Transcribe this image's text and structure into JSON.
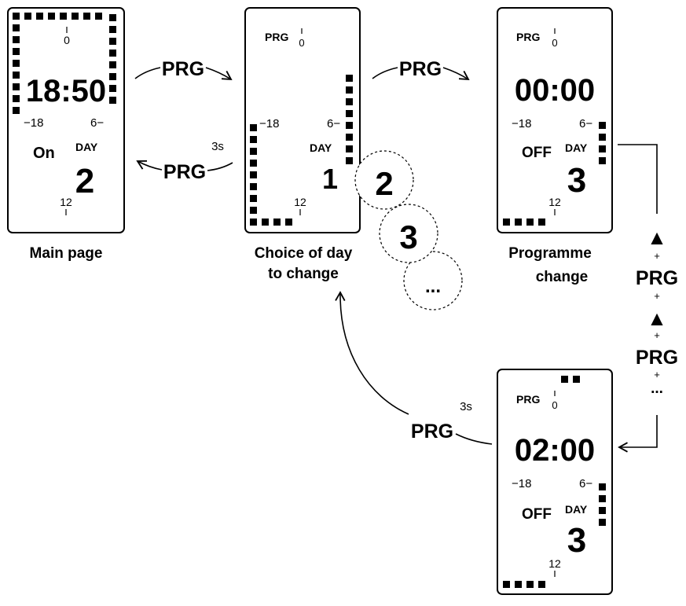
{
  "colors": {
    "ink": "#000000",
    "background": "#ffffff",
    "inactive_digit": "#9a9a9a"
  },
  "screens": {
    "main": {
      "caption": "Main page",
      "label_0": "0",
      "label_18": "−18",
      "label_6": "6−",
      "label_12": "12",
      "time": "18:50",
      "mode": "On",
      "day_label": "DAY",
      "day": "2"
    },
    "choice": {
      "caption_line1": "Choice of day",
      "caption_line2": "to change",
      "prg_label": "PRG",
      "label_0": "0",
      "label_18": "−18",
      "label_6": "6−",
      "label_12": "12",
      "day_label": "DAY",
      "day": "1"
    },
    "programme": {
      "caption_line1": "Programme",
      "caption_line2": "change",
      "prg_label": "PRG",
      "label_0": "0",
      "time": "00:00",
      "label_18": "−18",
      "label_6": "6−",
      "mode": "OFF",
      "day_label": "DAY",
      "day": "3",
      "label_12": "12"
    },
    "programme_next": {
      "prg_label": "PRG",
      "label_0": "0",
      "time": "02:00",
      "label_18": "−18",
      "label_6": "6−",
      "mode": "OFF",
      "day_label": "DAY",
      "day": "3",
      "label_12": "12"
    }
  },
  "day_bubbles": [
    "2",
    "3",
    "..."
  ],
  "transitions": {
    "main_to_choice": "PRG",
    "choice_to_main": "PRG",
    "choice_to_main_hold": "3s",
    "choice_to_programme": "PRG",
    "next_to_choice": "PRG",
    "next_to_choice_hold": "3s"
  },
  "step_sequence": {
    "up_arrow": "▲",
    "plus": "+",
    "prg": "PRG",
    "ellipsis": "..."
  }
}
